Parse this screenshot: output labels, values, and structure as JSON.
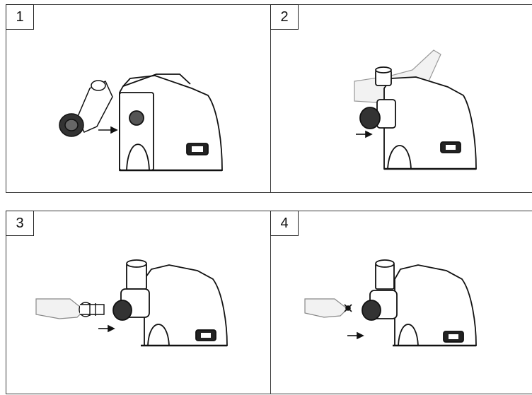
{
  "steps": [
    {
      "number": "1",
      "icons": [
        "meat-grinder-unit",
        "grinder-tube-with-ring",
        "insert-arrow"
      ]
    },
    {
      "number": "2",
      "icons": [
        "meat-grinder-unit",
        "hand-pressing-release-button",
        "insert-arrow"
      ]
    },
    {
      "number": "3",
      "icons": [
        "meat-grinder-unit",
        "hand-holding-auger",
        "insert-arrow"
      ]
    },
    {
      "number": "4",
      "icons": [
        "meat-grinder-unit",
        "hand-holding-blade",
        "insert-arrow"
      ]
    }
  ]
}
